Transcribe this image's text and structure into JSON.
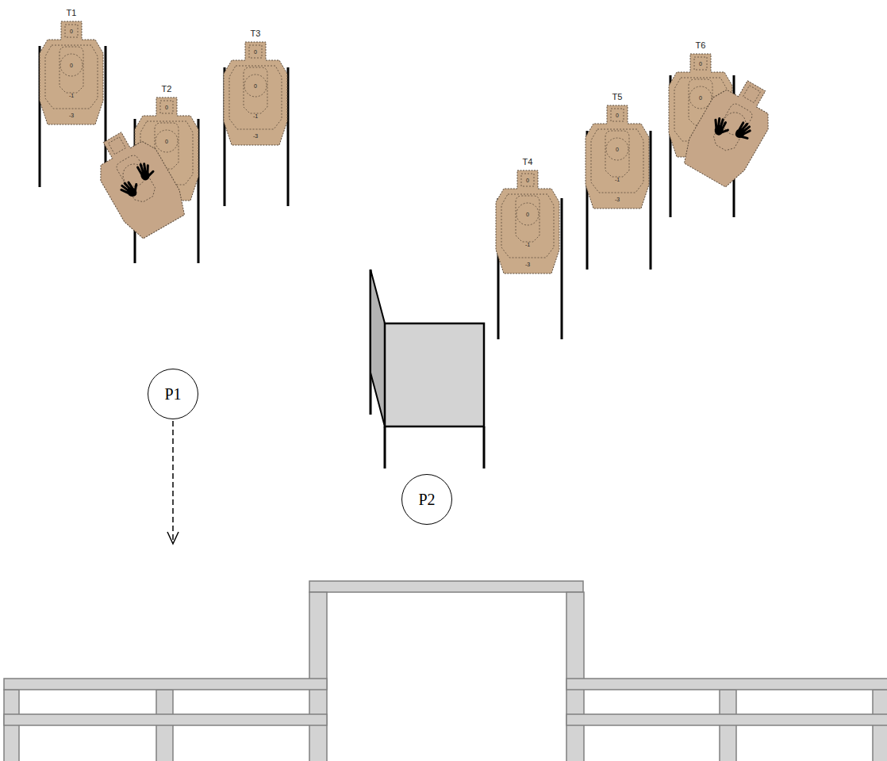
{
  "diagram": {
    "nodes": [
      {
        "text": [
          "T1",
          "0",
          "0",
          "-1",
          "-3"
        ]
      },
      {
        "text": [
          "T2",
          "0",
          "0"
        ]
      },
      {
        "text": [
          "T3",
          "0",
          "0",
          "-1",
          "-3"
        ]
      },
      {
        "text": [
          "T4",
          "0",
          "0",
          "-1",
          "-3"
        ]
      },
      {
        "text": [
          "T5",
          "0",
          "0",
          "-1",
          "-3"
        ]
      },
      {
        "text": [
          "T6",
          "0",
          "0"
        ]
      },
      {
        "text": [
          "P1"
        ]
      },
      {
        "text": [
          "P2"
        ]
      }
    ]
  }
}
